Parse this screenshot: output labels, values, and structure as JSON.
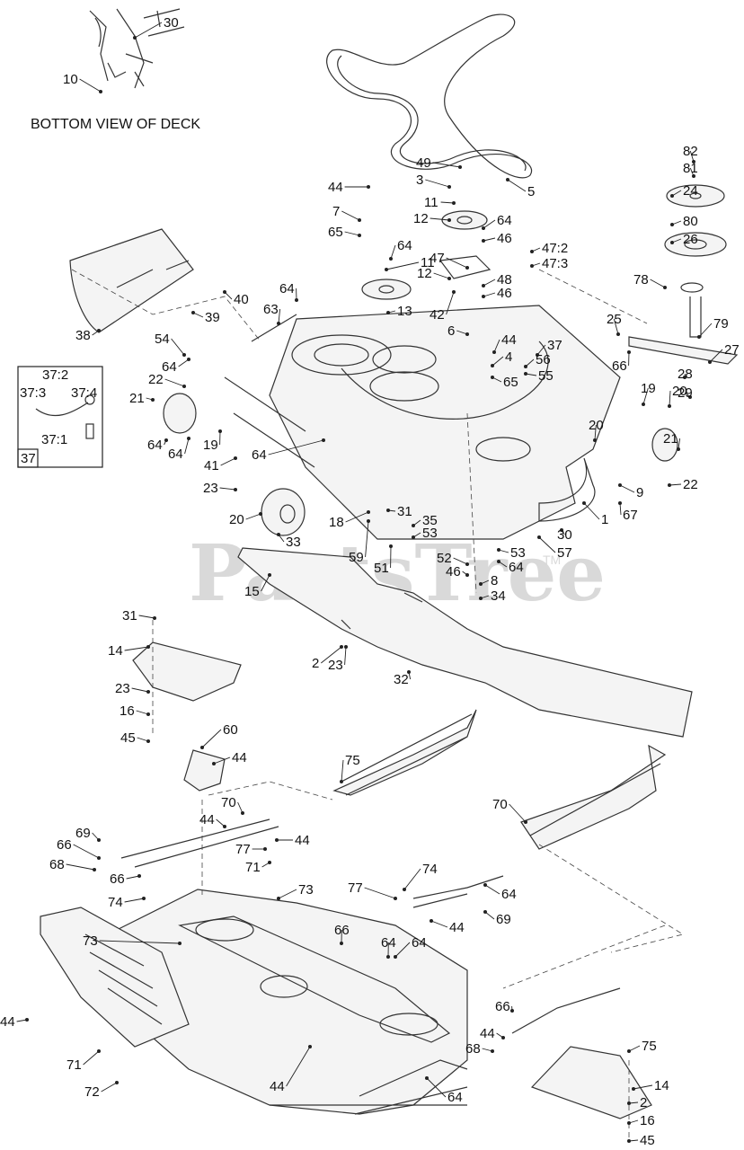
{
  "caption": "BOTTOM VIEW OF DECK",
  "watermark": {
    "text": "PartsTree",
    "mark": "TM"
  },
  "inset": {
    "id": "37",
    "callouts": [
      "37:2",
      "37:3",
      "37:4",
      "37:1"
    ]
  },
  "callouts": [
    "30",
    "10",
    "49",
    "3",
    "5",
    "82",
    "81",
    "44",
    "11",
    "24",
    "7",
    "12",
    "64",
    "46",
    "47:2",
    "80",
    "26",
    "65",
    "64",
    "11",
    "47",
    "47:3",
    "12",
    "48",
    "46",
    "78",
    "64",
    "40",
    "63",
    "13",
    "42",
    "6",
    "79",
    "39",
    "38",
    "54",
    "44",
    "25",
    "64",
    "37",
    "4",
    "56",
    "27",
    "22",
    "65",
    "55",
    "66",
    "28",
    "29",
    "19",
    "20",
    "21",
    "64",
    "64",
    "20",
    "19",
    "64",
    "21",
    "41",
    "9",
    "22",
    "23",
    "67",
    "1",
    "31",
    "20",
    "35",
    "18",
    "53",
    "30",
    "33",
    "59",
    "51",
    "53",
    "57",
    "64",
    "52",
    "46",
    "8",
    "15",
    "34",
    "31",
    "14",
    "2",
    "23",
    "32",
    "23",
    "16",
    "45",
    "60",
    "44",
    "75",
    "70",
    "70",
    "44",
    "69",
    "44",
    "77",
    "66",
    "68",
    "71",
    "74",
    "66",
    "77",
    "74",
    "73",
    "64",
    "69",
    "44",
    "66",
    "73",
    "64",
    "64",
    "66",
    "44",
    "44",
    "68",
    "71",
    "72",
    "44",
    "64",
    "75",
    "14",
    "2",
    "16",
    "45",
    "60"
  ]
}
